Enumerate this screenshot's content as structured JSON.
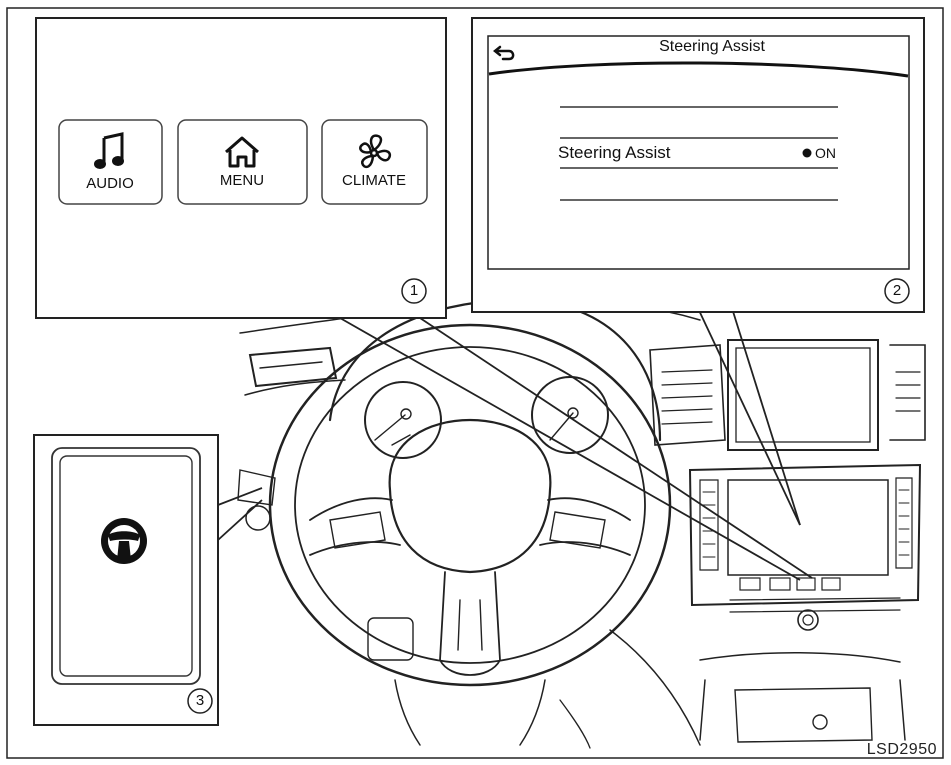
{
  "panel1": {
    "buttons": [
      {
        "label": "AUDIO",
        "icon": "music-note-icon"
      },
      {
        "label": "MENU",
        "icon": "home-icon"
      },
      {
        "label": "CLIMATE",
        "icon": "fan-icon"
      }
    ],
    "callout_number": "1"
  },
  "panel2": {
    "title": "Steering Assist",
    "back_icon": "back-arrow-icon",
    "setting_label": "Steering Assist",
    "setting_value": "ON",
    "callout_number": "2"
  },
  "panel3": {
    "icon": "steering-wheel-icon",
    "callout_number": "3"
  },
  "figure_code": "LSD2950"
}
